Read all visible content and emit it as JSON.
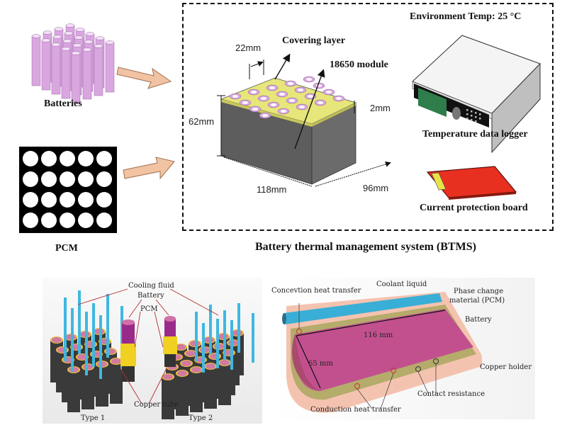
{
  "top_left": {
    "batteries_label": "Batteries",
    "pcm_label": "PCM"
  },
  "btms": {
    "title": "Battery thermal management system (BTMS)",
    "environment": "Environment Temp:  25 °C",
    "module": {
      "covering_layer": "Covering layer",
      "module_name": "18650 module",
      "dim_pitch": "22mm",
      "dim_height": "62mm",
      "dim_cover": "2mm",
      "dim_length": "118mm",
      "dim_width": "96mm"
    },
    "logger_label": "Temperature data logger",
    "board_label": "Current protection board"
  },
  "bottom_left": {
    "cooling_fluid": "Cooling fluid",
    "battery": "Battery",
    "pcm": "PCM",
    "copper_tube": "Copper tube",
    "type1": "Type 1",
    "type2": "Type 2"
  },
  "bottom_right": {
    "convection": "Concevtion heat transfer",
    "coolant": "Coolant liquid",
    "pcm_line1": "Phase change",
    "pcm_line2": "material (PCM)",
    "battery": "Battery",
    "length": "116 mm",
    "diameter": "65 mm",
    "copper_holder": "Copper holder",
    "contact_resistance": "Contact resistance",
    "conduction": "Conduction heat transfer"
  },
  "colors": {
    "battery_pink": "#d9a6e0",
    "arrow_peach": "#f1c3a3",
    "cover_yellow": "#e8e87a",
    "module_gray": "#5a5a5a",
    "board_red": "#e83020",
    "logger_screen": "#2e7d4a",
    "coolant_blue": "#39aed6",
    "battery_magenta": "#c2508f",
    "holder_salmon": "#f4c3b0",
    "pcm_olive": "#b5ab6b"
  }
}
